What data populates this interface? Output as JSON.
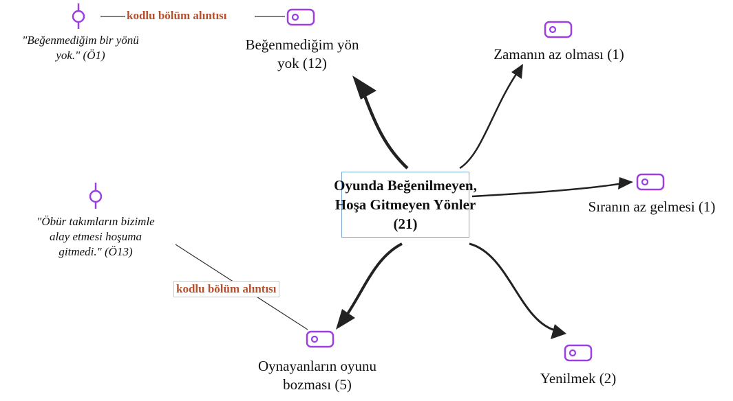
{
  "center": {
    "line1": "Oyunda Beğenilmeyen,",
    "line2": "Hoşa Gitmeyen Yönler",
    "line3": "(21)"
  },
  "codes": {
    "begenmedigim_line1": "Beğenmediğim yön",
    "begenmedigim_line2": "yok (12)",
    "zamanin": "Zamanın az olması (1)",
    "siranin": "Sıranın az gelmesi (1)",
    "yenilmek": "Yenilmek (2)",
    "oynayanlar_line1": "Oynayanların oyunu",
    "oynayanlar_line2": "bozması (5)"
  },
  "quotes": {
    "q1_line1": "\"Beğenmediğim bir yönü",
    "q1_line2": "yok.\" (Ö1)",
    "q2_line1": "\"Öbür takımların bizimle",
    "q2_line2": "alay etmesi hoşuma",
    "q2_line3": "gitmedi.\" (Ö13)"
  },
  "link_label": "kodlu bölüm alıntısı",
  "colors": {
    "code_icon": "#9b3fe0",
    "quote_icon": "#9b3fe0",
    "link_label": "#b5502e",
    "center_border": "#7aa7d6",
    "arrow": "#222222"
  }
}
